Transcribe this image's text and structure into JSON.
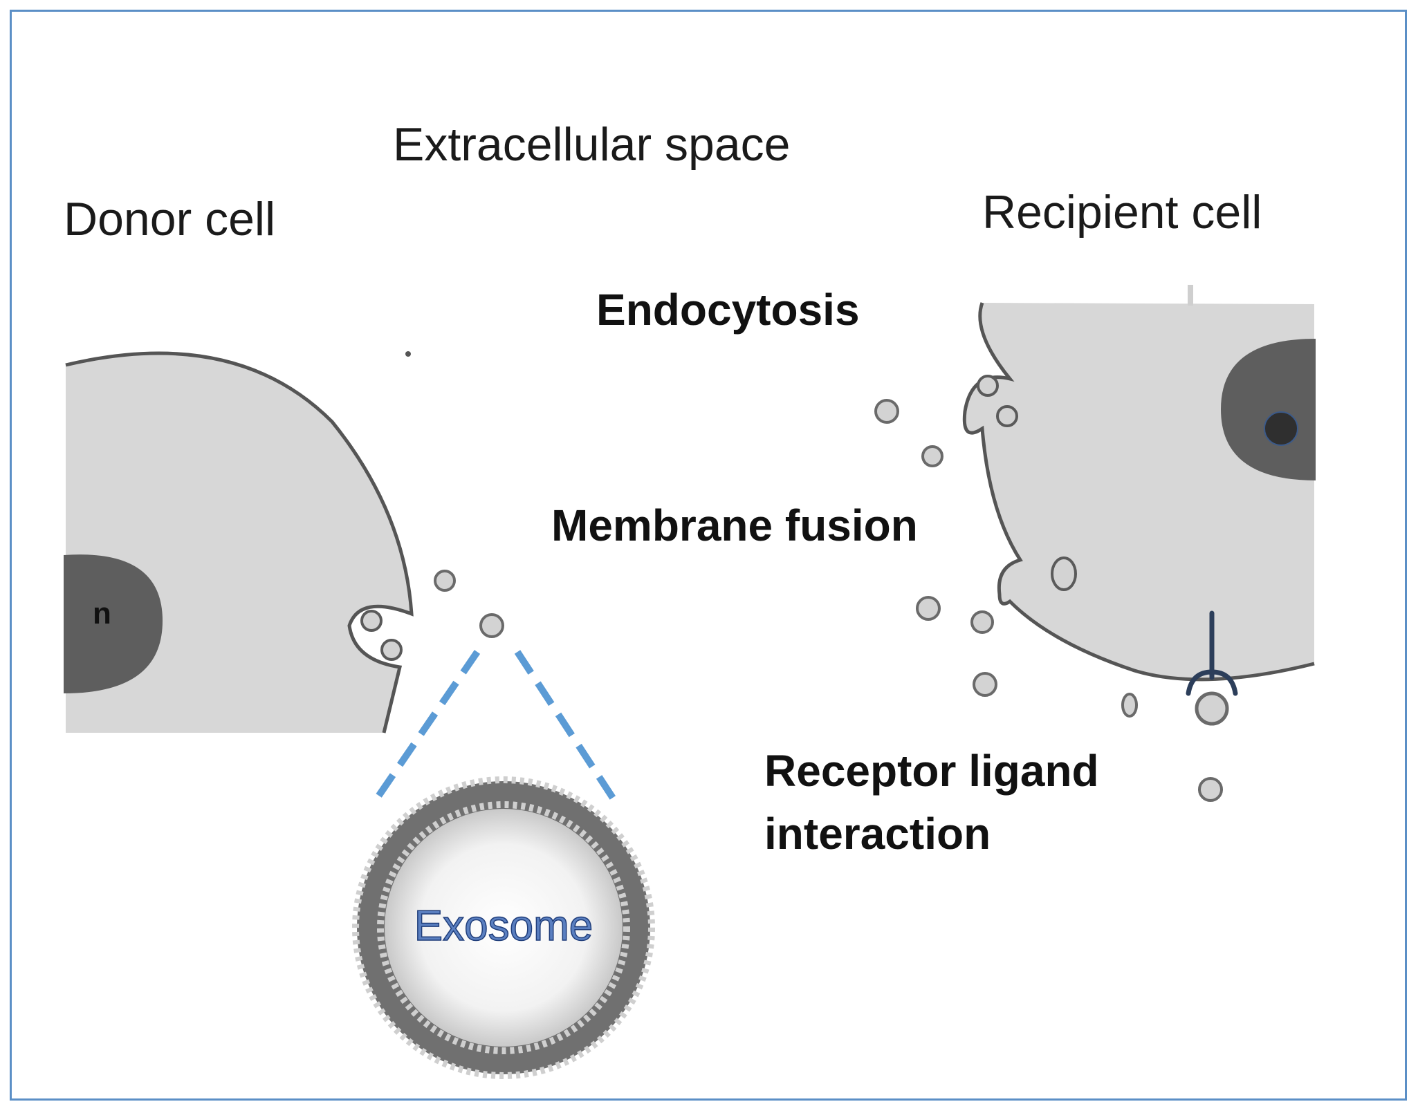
{
  "labels": {
    "extracellular": "Extracellular space",
    "donor": "Donor cell",
    "recipient": "Recipient cell",
    "endocytosis": "Endocytosis",
    "membrane_fusion": "Membrane fusion",
    "receptor_line1": "Receptor ligand",
    "receptor_line2": "interaction",
    "nucleus": "n",
    "exosome": "Exosome"
  },
  "colors": {
    "frame": "#5b8fc6",
    "cytoplasm": "#d7d7d7",
    "nucleus": "#5e5e5e",
    "membrane": "#555555",
    "zoom_lines": "#5b9bd5",
    "exosome_ring": "#707070",
    "exosome_text": "#5a7fc0"
  }
}
